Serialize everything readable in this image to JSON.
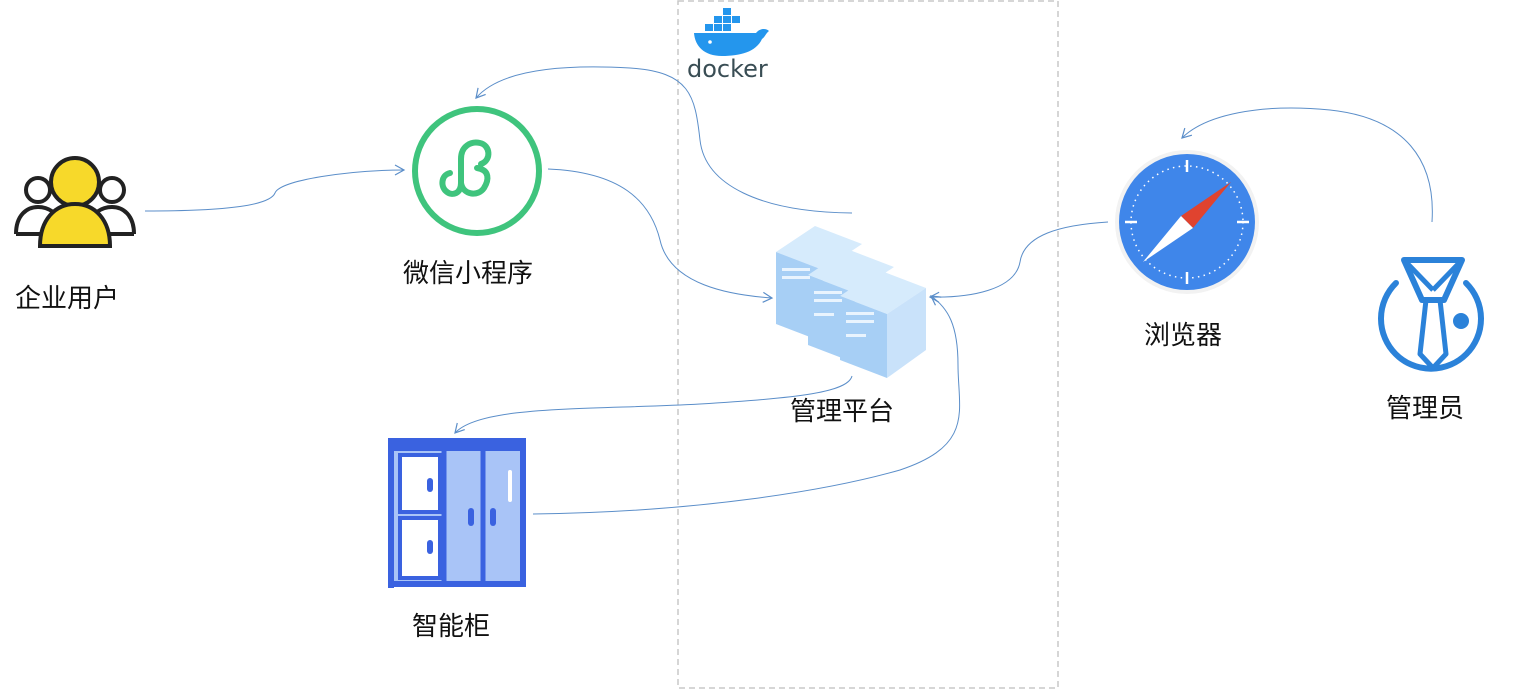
{
  "container": {
    "label": "docker"
  },
  "nodes": {
    "enterprise_user": {
      "label": "企业用户"
    },
    "wechat_miniprogram": {
      "label": "微信小程序"
    },
    "management_platform": {
      "label": "管理平台"
    },
    "smart_cabinet": {
      "label": "智能柜"
    },
    "browser": {
      "label": "浏览器"
    },
    "admin": {
      "label": "管理员"
    }
  },
  "colors": {
    "edge": "#5b8ec9",
    "container_border": "#c8c8c8",
    "wechat_green": "#3fc47d",
    "user_yellow": "#f7d92a",
    "server_blue": "#a7cff5",
    "cabinet_blue": "#3a62e0",
    "cabinet_fill": "#a9c4f7",
    "browser_blue": "#3f86ea",
    "compass_red": "#e0432f",
    "admin_blue": "#2b82d9",
    "docker_blue": "#2496ed"
  },
  "edges": [
    {
      "from": "enterprise_user",
      "to": "wechat_miniprogram"
    },
    {
      "from": "wechat_miniprogram",
      "to": "management_platform"
    },
    {
      "from": "management_platform",
      "to": "wechat_miniprogram"
    },
    {
      "from": "management_platform",
      "to": "smart_cabinet"
    },
    {
      "from": "smart_cabinet",
      "to": "management_platform"
    },
    {
      "from": "browser",
      "to": "management_platform"
    },
    {
      "from": "admin",
      "to": "browser"
    }
  ]
}
